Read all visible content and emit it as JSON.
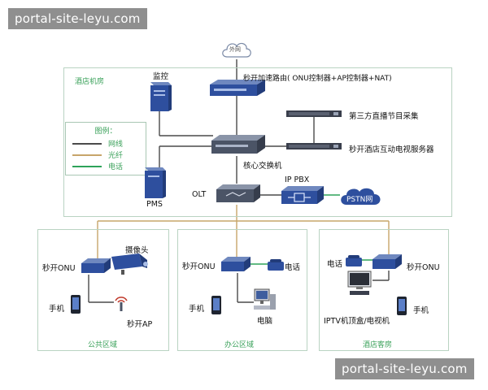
{
  "watermark_top": "portal-site-leyu.com",
  "watermark_bottom": "portal-site-leyu.com",
  "cloud_label": "外网",
  "router_label": "秒开加速路由( ONU控制器+AP控制器+NAT)",
  "hotel_room_title": "酒店机房",
  "monitor_label": "监控",
  "legend": {
    "title": "图例：",
    "items": [
      {
        "label": "网线",
        "color": "#4a4a4a"
      },
      {
        "label": "光纤",
        "color": "#c7a56a"
      },
      {
        "label": "电话",
        "color": "#2ea35a"
      }
    ]
  },
  "third_party_label": "第三方直播节目采集",
  "iptv_server_label": "秒开酒店互动电视服务器",
  "core_switch_label": "核心交换机",
  "pms_label": "PMS",
  "olt_label": "OLT",
  "ippbx_label": "IP PBX",
  "pstn_label": "PSTN网",
  "zones": [
    {
      "title": "公共区域",
      "onu_label": "秒开ONU",
      "camera_label": "摄像头",
      "phone_label": "手机",
      "ap_label": "秒开AP"
    },
    {
      "title": "办公区域",
      "onu_label": "秒开ONU",
      "tel_label": "电话",
      "phone_label": "手机",
      "pc_label": "电脑"
    },
    {
      "title": "酒店客房",
      "onu_label": "秒开ONU",
      "tel_label": "电话",
      "phone_label": "手机",
      "tv_label": "IPTV机顶盒/电视机"
    }
  ],
  "colors": {
    "cable": "#4a4a4a",
    "fiber": "#c7a56a",
    "phone": "#2ea35a",
    "zone_title": "#3aa15a",
    "device_blue": "#2e4f9e"
  }
}
